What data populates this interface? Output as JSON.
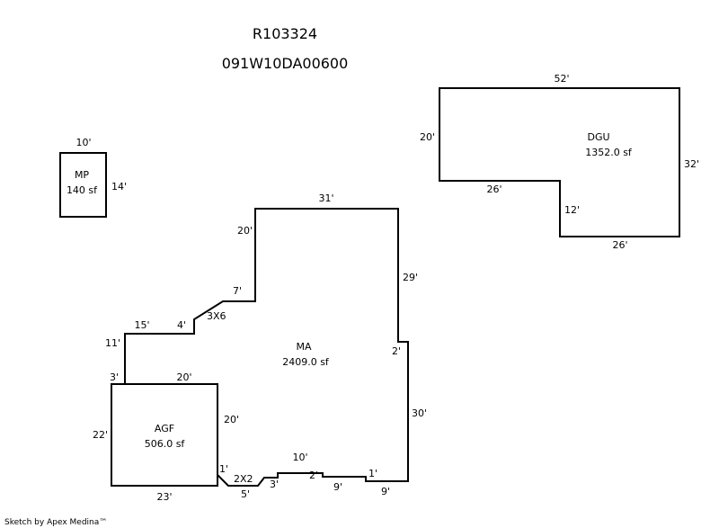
{
  "header": {
    "parcel_id": "R103324",
    "map_number": "091W10DA00600"
  },
  "areas": {
    "mp": {
      "name": "MP",
      "area": "140 sf"
    },
    "dgu": {
      "name": "DGU",
      "area": "1352.0 sf"
    },
    "ma": {
      "name": "MA",
      "area": "2409.0 sf"
    },
    "agf": {
      "name": "AGF",
      "area": "506.0 sf"
    }
  },
  "dimensions": {
    "mp_top": "10'",
    "mp_right": "14'",
    "dgu_top": "52'",
    "dgu_left": "20'",
    "dgu_right": "32'",
    "dgu_bottom_left": "26'",
    "dgu_notch": "12'",
    "dgu_bottom_right": "26'",
    "ma_top": "31'",
    "ma_upper_left": "20'",
    "ma_right_upper": "29'",
    "ma_step_right": "2'",
    "ma_right_lower": "30'",
    "ma_diag_top": "7'",
    "ma_diag": "3X6",
    "ma_step_left": "4'",
    "ma_ledge": "15'",
    "ma_left": "11'",
    "ma_left_short": "3'",
    "agf_top": "20'",
    "agf_right": "20'",
    "agf_left": "22'",
    "agf_bottom": "23'",
    "agf_corner": "1'",
    "bottom_diag": "2X2",
    "bottom_5": "5'",
    "bottom_3": "3'",
    "bottom_10": "10'",
    "bottom_2": "2'",
    "bottom_9a": "9'",
    "bottom_1": "1'",
    "bottom_9b": "9'"
  },
  "footer": {
    "credit": "Sketch by Apex Medina™"
  }
}
